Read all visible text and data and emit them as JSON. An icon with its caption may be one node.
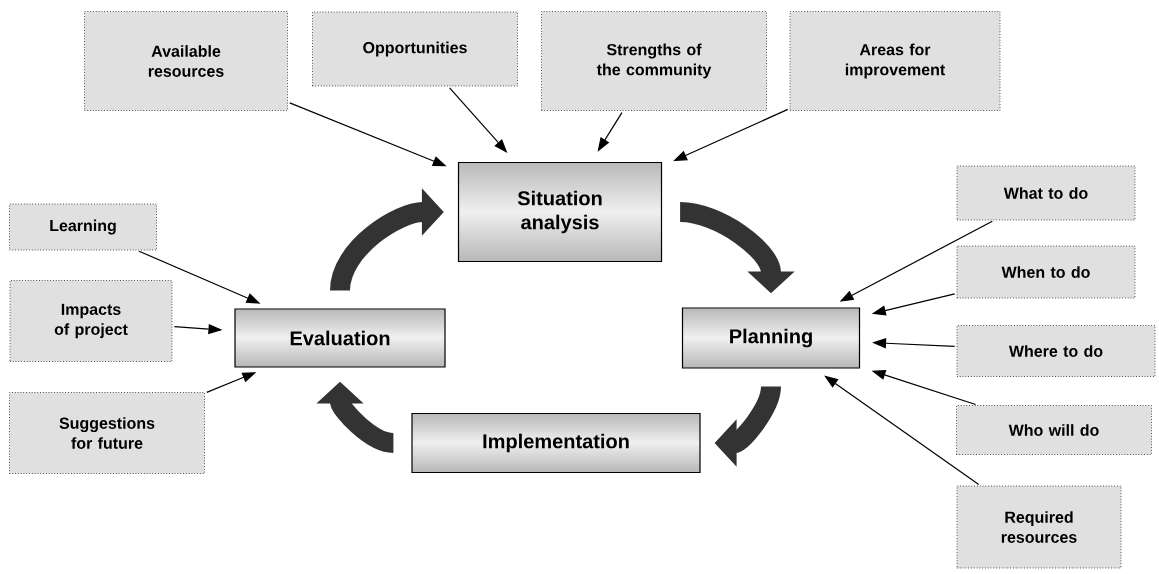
{
  "diagram": {
    "nodes": [
      {
        "text": [
          "Available resources"
        ]
      },
      {
        "text": [
          "Opportunities"
        ]
      },
      {
        "text": [
          "Strengths of the community"
        ]
      },
      {
        "text": [
          "Areas for improvement"
        ]
      },
      {
        "text": [
          "Situation analysis"
        ]
      },
      {
        "text": [
          "What to do"
        ]
      },
      {
        "text": [
          "Learning"
        ]
      },
      {
        "text": [
          "When to do"
        ]
      },
      {
        "text": [
          "Impacts of project"
        ]
      },
      {
        "text": [
          "Evaluation"
        ]
      },
      {
        "text": [
          "Planning"
        ]
      },
      {
        "text": [
          "Where to do"
        ]
      },
      {
        "text": [
          "Suggestions for future"
        ]
      },
      {
        "text": [
          "Implementation"
        ]
      },
      {
        "text": [
          "Who will do"
        ]
      },
      {
        "text": [
          "Required resources"
        ]
      }
    ],
    "edges": [
      {
        "from": 0,
        "to": 4,
        "arrow": "to"
      },
      {
        "from": 1,
        "to": 4,
        "arrow": "to"
      },
      {
        "from": 2,
        "to": 4,
        "arrow": "to"
      },
      {
        "from": 3,
        "to": 4,
        "arrow": "to"
      },
      {
        "from": 5,
        "to": 10,
        "arrow": "to"
      },
      {
        "from": 7,
        "to": 10,
        "arrow": "to"
      },
      {
        "from": 11,
        "to": 10,
        "arrow": "to"
      },
      {
        "from": 14,
        "to": 10,
        "arrow": "to"
      },
      {
        "from": 15,
        "to": 10,
        "arrow": "to"
      },
      {
        "from": 6,
        "to": 9,
        "arrow": "to"
      },
      {
        "from": 8,
        "to": 9,
        "arrow": "to"
      },
      {
        "from": 12,
        "to": 9,
        "arrow": "to"
      },
      {
        "from": 4,
        "to": 10,
        "arrow": "to",
        "style": "thick",
        "color": "#333333"
      },
      {
        "from": 10,
        "to": 13,
        "arrow": "to",
        "style": "thick",
        "color": "#333333"
      },
      {
        "from": 13,
        "to": 9,
        "arrow": "to",
        "style": "thick",
        "color": "#333333"
      },
      {
        "from": 9,
        "to": 4,
        "arrow": "to",
        "style": "thick",
        "color": "#333333"
      }
    ]
  }
}
